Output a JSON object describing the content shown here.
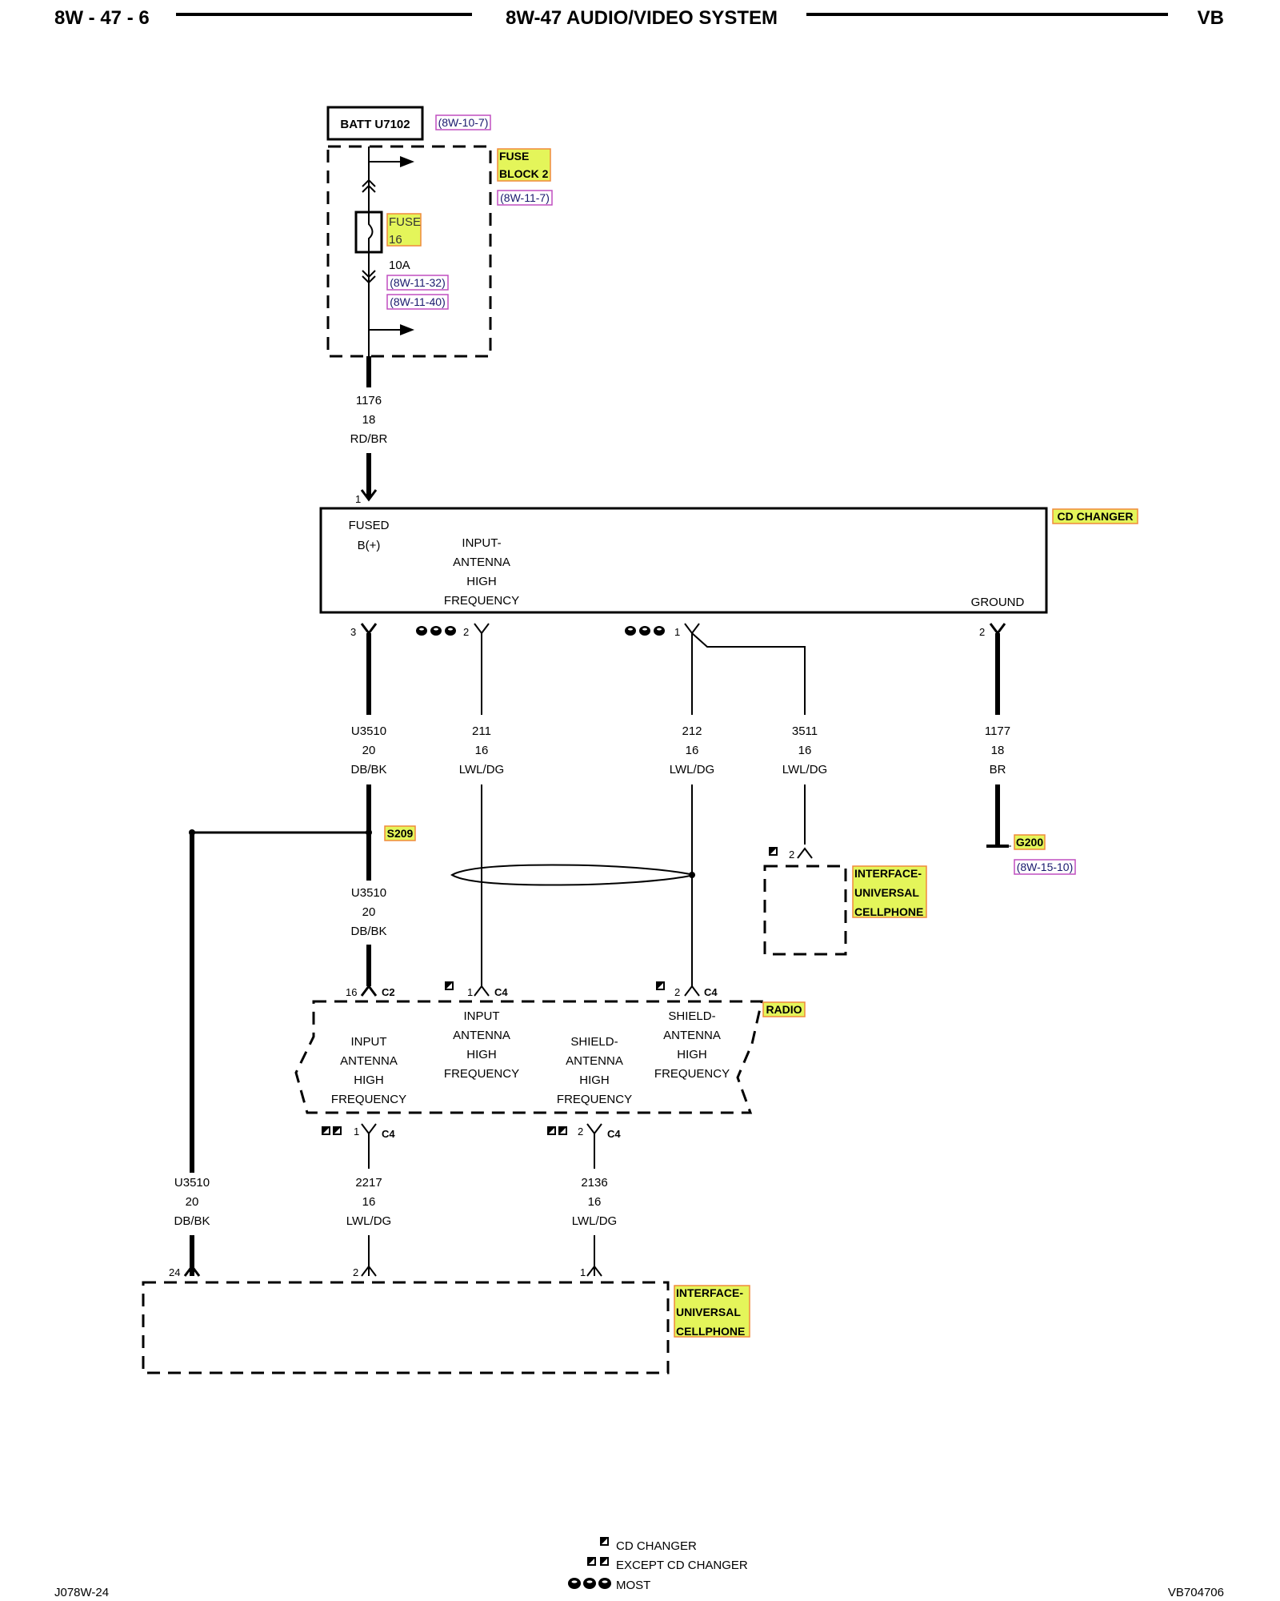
{
  "header": {
    "left": "8W - 47 - 6",
    "center": "8W-47 AUDIO/VIDEO SYSTEM",
    "right": "VB"
  },
  "footer": {
    "left": "J078W-24",
    "right": "VB704706"
  },
  "components": {
    "batt": "BATT U7102",
    "batt_ref": "(8W-10-7)",
    "fuse_block_line1": "FUSE",
    "fuse_block_line2": "BLOCK 2",
    "fuse_block_ref": "(8W-11-7)",
    "fuse_line1": "FUSE",
    "fuse_line2": "16",
    "fuse_rating": "10A",
    "fuse_ref1": "(8W-11-32)",
    "fuse_ref2": "(8W-11-40)",
    "cd_changer": "CD CHANGER",
    "radio": "RADIO",
    "iface_line1": "INTERFACE-",
    "iface_line2": "UNIVERSAL",
    "iface_line3": "CELLPHONE",
    "s209": "S209",
    "g200": "G200",
    "g200_ref": "(8W-15-10)"
  },
  "cd_changer_pins": {
    "fused_1": "FUSED",
    "fused_2": "B(+)",
    "input_1": "INPUT-",
    "input_2": "ANTENNA",
    "input_3": "HIGH",
    "input_4": "FREQUENCY",
    "ground": "GROUND"
  },
  "radio_pins": {
    "p1": [
      "INPUT",
      "ANTENNA",
      "HIGH",
      "FREQUENCY"
    ],
    "p2": [
      "INPUT",
      "ANTENNA",
      "HIGH",
      "FREQUENCY"
    ],
    "p3": [
      "SHIELD-",
      "ANTENNA",
      "HIGH",
      "FREQUENCY"
    ],
    "p4": [
      "SHIELD-",
      "ANTENNA",
      "HIGH",
      "FREQUENCY"
    ]
  },
  "wires": {
    "w1176": [
      "1176",
      "18",
      "RD/BR"
    ],
    "w3510a": [
      "U3510",
      "20",
      "DB/BK"
    ],
    "w211": [
      "211",
      "16",
      "LWL/DG"
    ],
    "w212": [
      "212",
      "16",
      "LWL/DG"
    ],
    "w3511": [
      "3511",
      "16",
      "LWL/DG"
    ],
    "w1177": [
      "1177",
      "18",
      "BR"
    ],
    "w3510b": [
      "U3510",
      "20",
      "DB/BK"
    ],
    "w3510c": [
      "U3510",
      "20",
      "DB/BK"
    ],
    "w2217": [
      "2217",
      "16",
      "LWL/DG"
    ],
    "w2136": [
      "2136",
      "16",
      "LWL/DG"
    ]
  },
  "pin_numbers": {
    "cd_in": "1",
    "cd_3": "3",
    "cd_2a": "2",
    "cd_1": "1",
    "cd_2b": "2",
    "iface_2": "2",
    "r16": "16",
    "r1": "1",
    "r2": "2",
    "rb1": "1",
    "rb2": "2",
    "ib24": "24",
    "ib2": "2",
    "ib1": "1"
  },
  "connectors": {
    "c2": "C2",
    "c4": "C4"
  },
  "legend": {
    "cd_changer": "CD CHANGER",
    "except": "EXCEPT CD CHANGER",
    "most": "MOST"
  },
  "colors": {
    "highlight": "#e4f55a",
    "highlight_border": "#f08a3c",
    "xref_border": "#c04fc0"
  }
}
